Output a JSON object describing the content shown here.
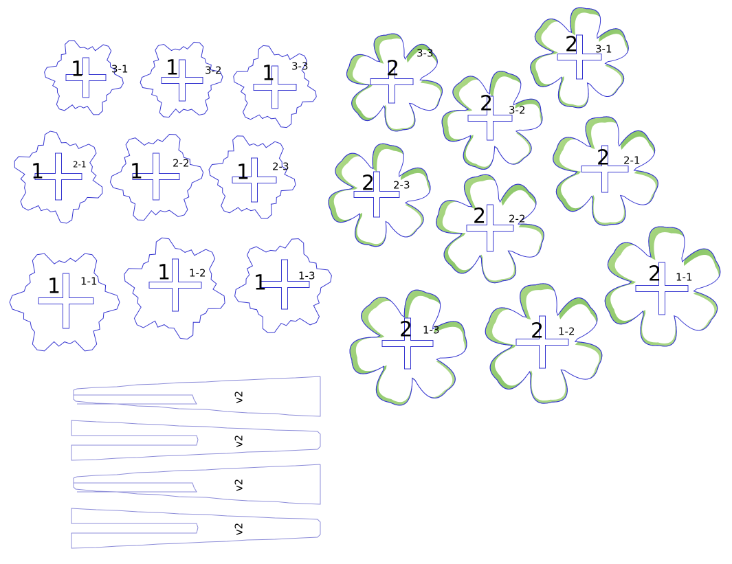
{
  "colors": {
    "cut_line": "#3535d0",
    "strip_line": "#8c8cd8",
    "leaf_fill": "#9bcf6e",
    "leaf_dark": "#6fae52"
  },
  "layer1_pieces": [
    {
      "major": "1",
      "minor": "3-1"
    },
    {
      "major": "1",
      "minor": "3-2"
    },
    {
      "major": "1",
      "minor": "3-3"
    },
    {
      "major": "1",
      "minor": "2-1"
    },
    {
      "major": "1",
      "minor": "2-2"
    },
    {
      "major": "1",
      "minor": "2-3"
    },
    {
      "major": "1",
      "minor": "1-1"
    },
    {
      "major": "1",
      "minor": "1-2"
    },
    {
      "major": "1",
      "minor": "1-3"
    }
  ],
  "layer2_pieces": [
    {
      "major": "2",
      "minor": "3-3"
    },
    {
      "major": "2",
      "minor": "3-1"
    },
    {
      "major": "2",
      "minor": "3-2"
    },
    {
      "major": "2",
      "minor": "2-1"
    },
    {
      "major": "2",
      "minor": "2-3"
    },
    {
      "major": "2",
      "minor": "2-2"
    },
    {
      "major": "2",
      "minor": "1-1"
    },
    {
      "major": "2",
      "minor": "1-3"
    },
    {
      "major": "2",
      "minor": "1-2"
    }
  ],
  "strips": [
    {
      "label": "v2"
    },
    {
      "label": "v2"
    },
    {
      "label": "v2"
    },
    {
      "label": "v2"
    }
  ]
}
